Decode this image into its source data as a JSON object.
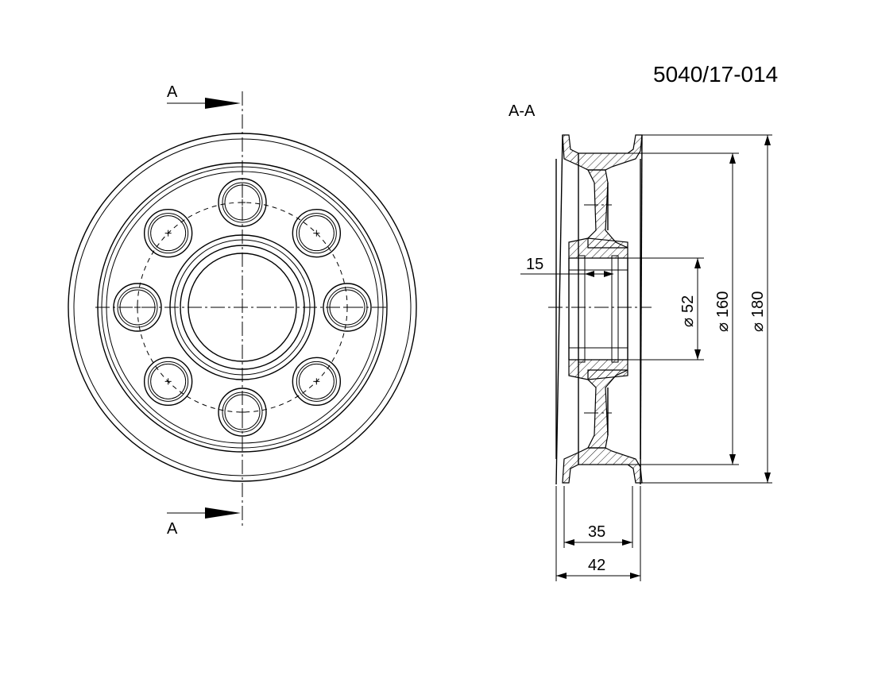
{
  "drawing": {
    "part_number": "5040/17-014",
    "section_marker_top": "A",
    "section_marker_bottom": "A",
    "section_view_label": "A-A"
  },
  "dimensions": {
    "gap_width": "15",
    "bore_diameter": "52",
    "pitch_diameter": "160",
    "outer_diameter": "180",
    "inner_width": "35",
    "overall_width": "42"
  },
  "colors": {
    "line": "#000000",
    "background": "#ffffff"
  }
}
